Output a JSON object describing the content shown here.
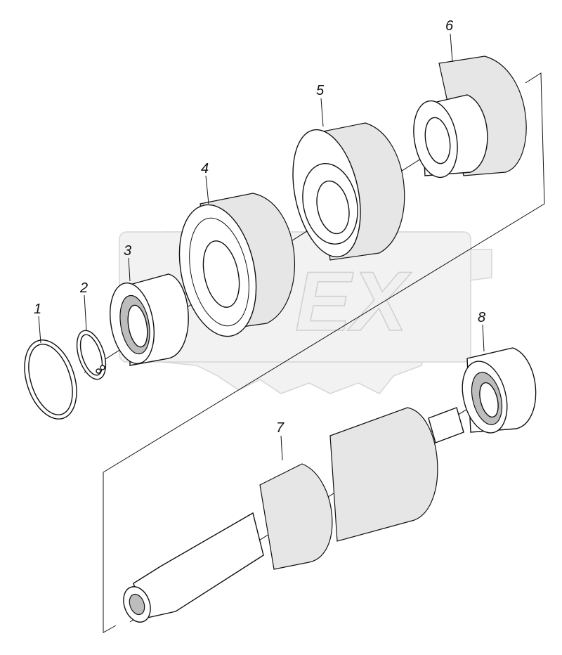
{
  "watermark": {
    "text": "EX"
  },
  "callouts": [
    {
      "id": "1",
      "label": "1"
    },
    {
      "id": "2",
      "label": "2"
    },
    {
      "id": "3",
      "label": "3"
    },
    {
      "id": "4",
      "label": "4"
    },
    {
      "id": "5",
      "label": "5"
    },
    {
      "id": "6",
      "label": "6"
    },
    {
      "id": "7",
      "label": "7"
    },
    {
      "id": "8",
      "label": "8"
    }
  ]
}
